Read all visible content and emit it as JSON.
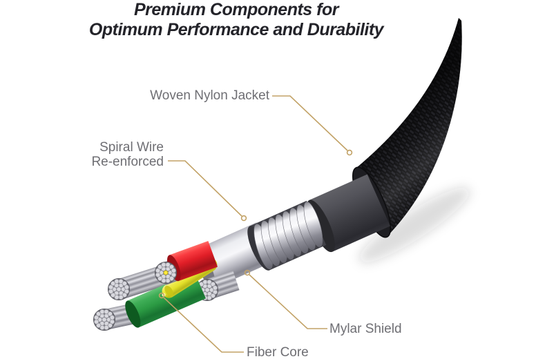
{
  "title": {
    "line1": "Premium Components for",
    "line2": "Optimum Performance and Durability"
  },
  "callouts": {
    "woven_nylon_jacket": "Woven Nylon Jacket",
    "spiral_wire_line1": "Spiral Wire",
    "spiral_wire_line2": "Re-enforced",
    "mylar_shield": "Mylar Shield",
    "fiber_core": "Fiber Core"
  },
  "colors": {
    "title_text": "#232329",
    "label_text": "#6e6e73",
    "leader_line": "#c2a266",
    "jacket_black": "#17171a",
    "rubber_gray": "#4a4a4f",
    "metal_silver": "#c9c9d1",
    "wire_red": "#e01e27",
    "wire_yellow": "#e3e02a",
    "wire_green": "#2b9a43"
  }
}
